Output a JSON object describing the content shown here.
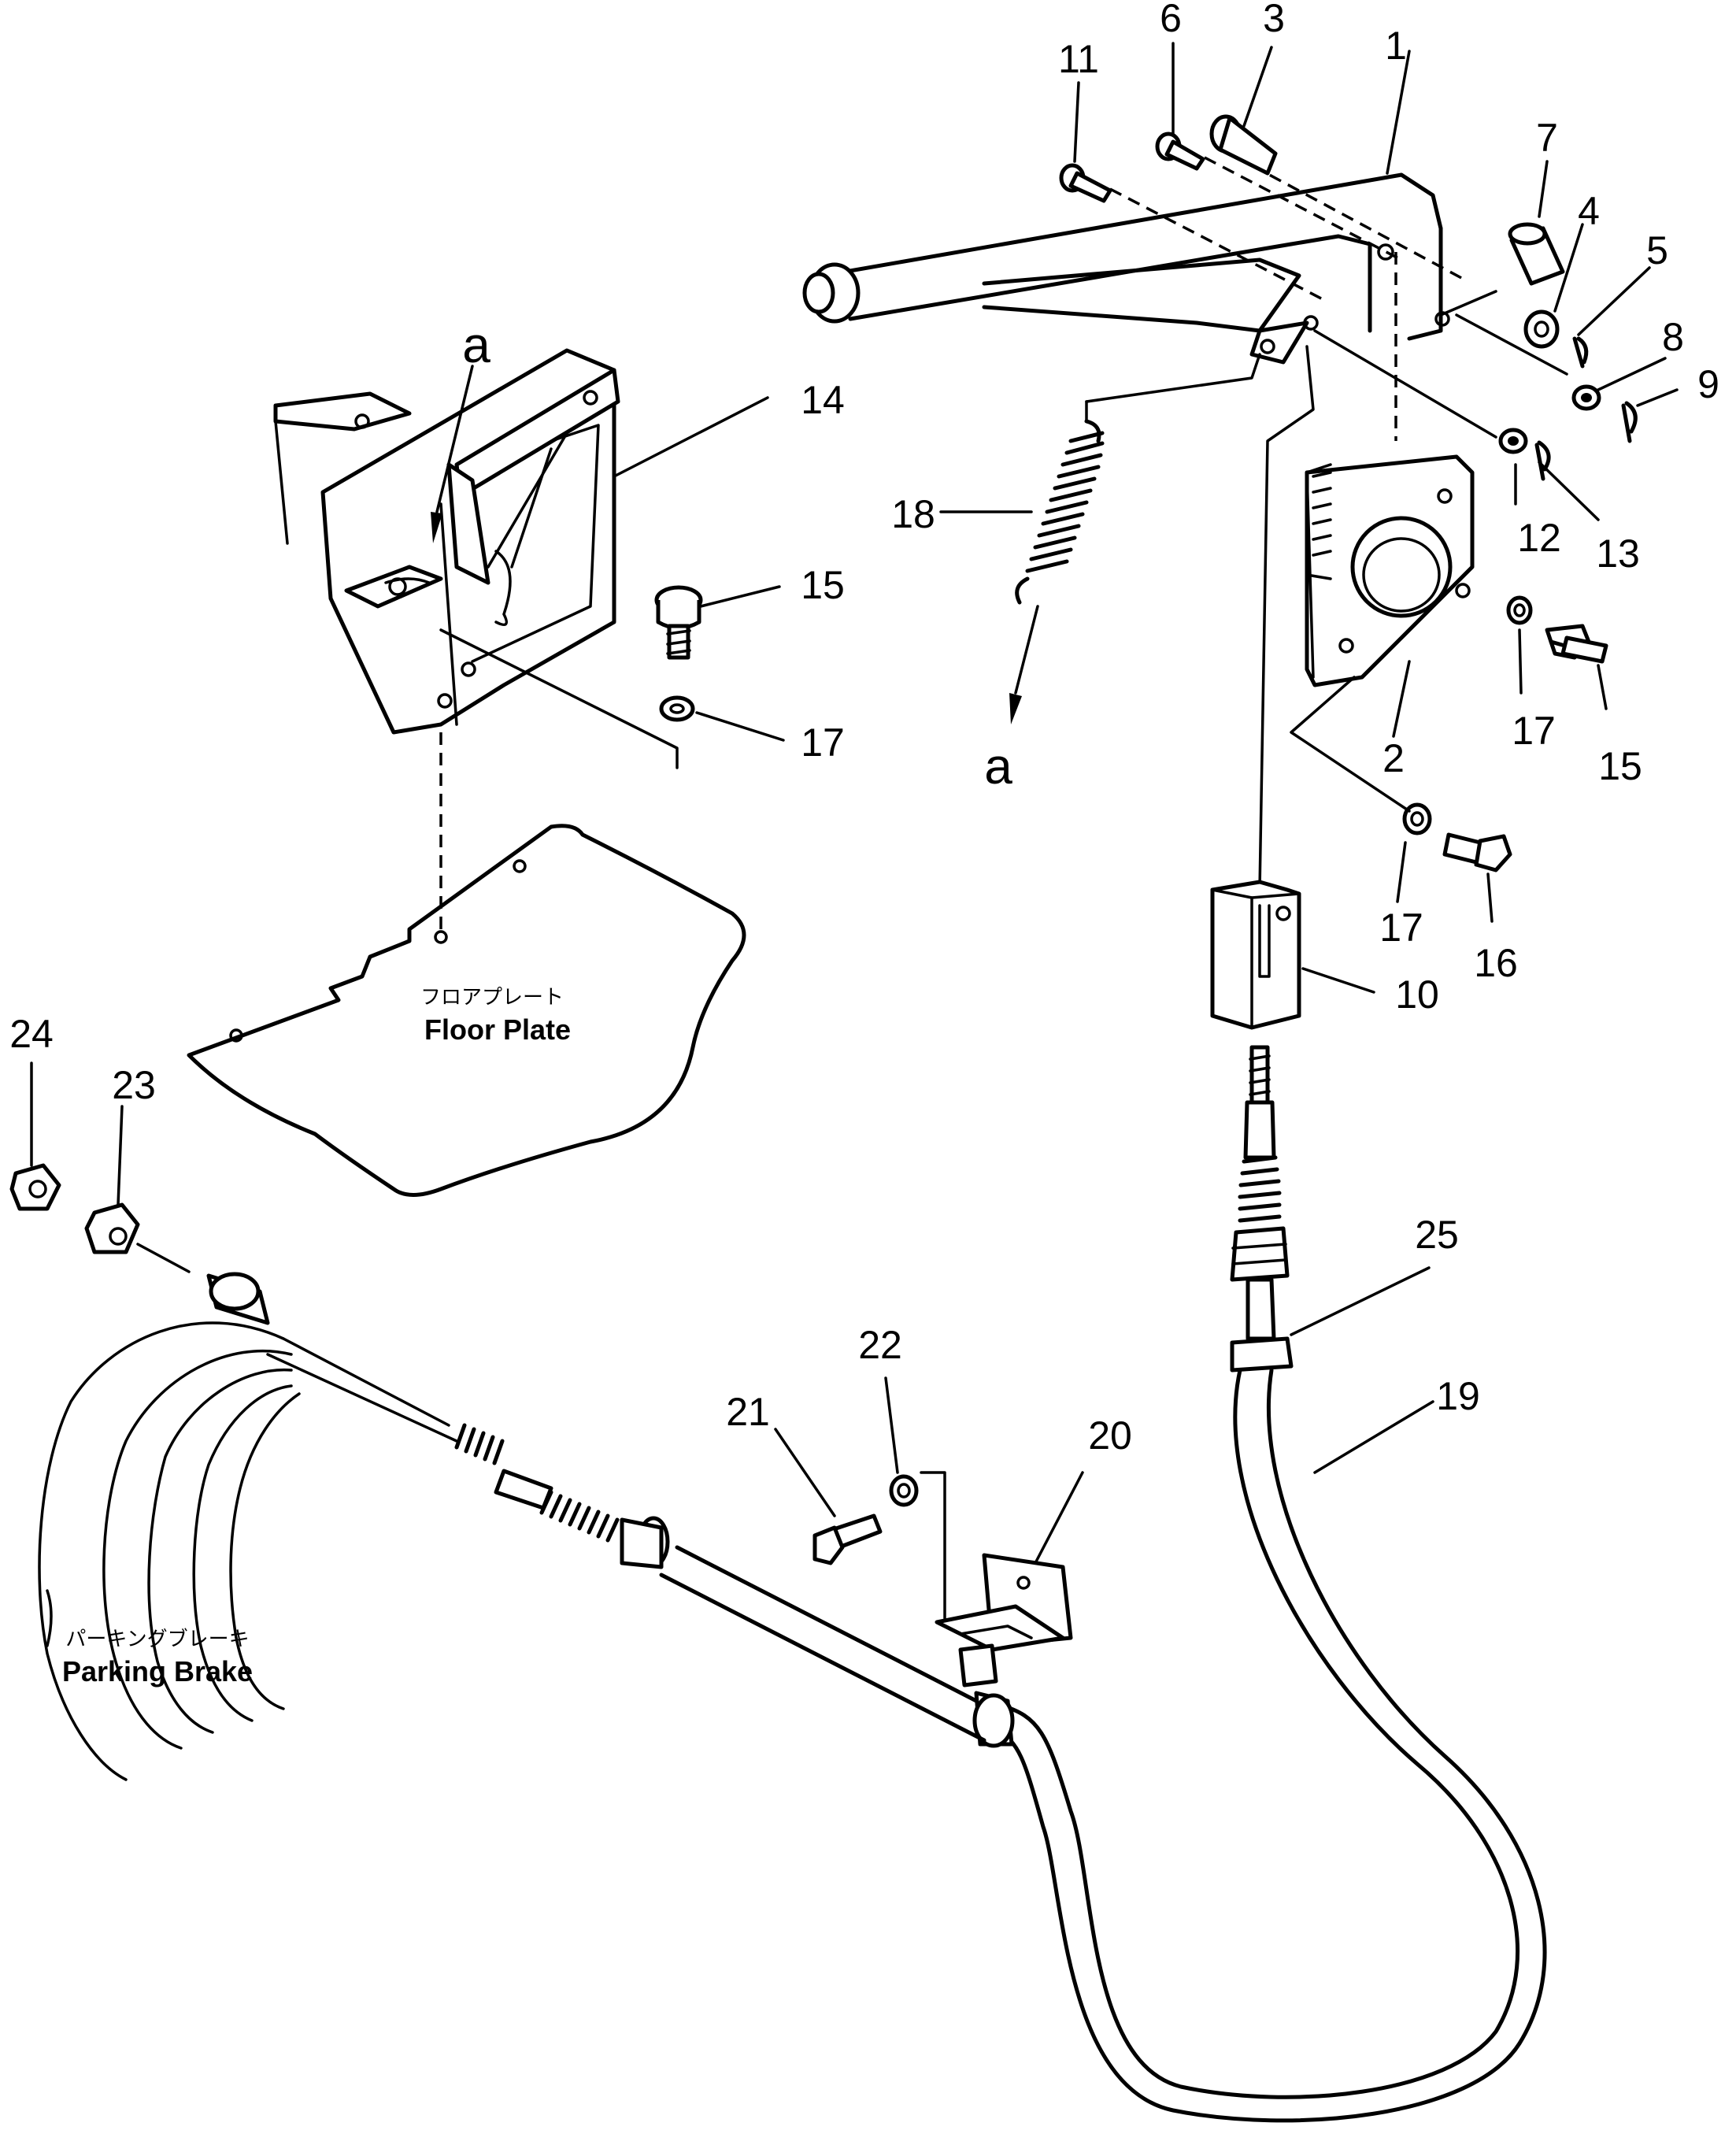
{
  "callouts": {
    "c1": "1",
    "c2": "2",
    "c3": "3",
    "c4": "4",
    "c5": "5",
    "c6": "6",
    "c7": "7",
    "c8": "8",
    "c9": "9",
    "c10": "10",
    "c11": "11",
    "c12": "12",
    "c13": "13",
    "c14": "14",
    "c15a": "15",
    "c15b": "15",
    "c16": "16",
    "c17a": "17",
    "c17b": "17",
    "c17c": "17",
    "c18": "18",
    "c19": "19",
    "c20": "20",
    "c21": "21",
    "c22": "22",
    "c23": "23",
    "c24": "24",
    "c25": "25"
  },
  "markers": {
    "a1": "a",
    "a2": "a"
  },
  "labels": {
    "floor_plate_jp": "フロアプレート",
    "floor_plate_en": "Floor Plate",
    "parking_brake_jp": "パーキングブレーキ",
    "parking_brake_en": "Parking Brake"
  }
}
